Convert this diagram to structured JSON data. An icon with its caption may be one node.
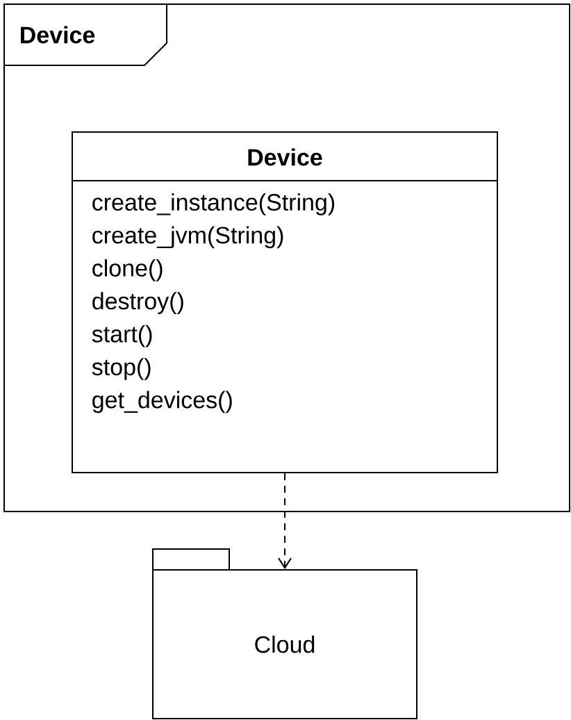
{
  "diagram": {
    "nodes": [
      {
        "text": [
          "Device"
        ]
      },
      {
        "text": [
          "Device",
          "create_instance(String)",
          "create_jvm(String)",
          "clone()",
          "destroy()",
          "start()",
          "stop()",
          "get_devices()"
        ],
        "in": 0
      },
      {
        "text": [
          "Cloud"
        ]
      }
    ],
    "edges": [
      {
        "from": 1,
        "to": 2,
        "arrow": "to",
        "style": "dashed"
      }
    ]
  }
}
